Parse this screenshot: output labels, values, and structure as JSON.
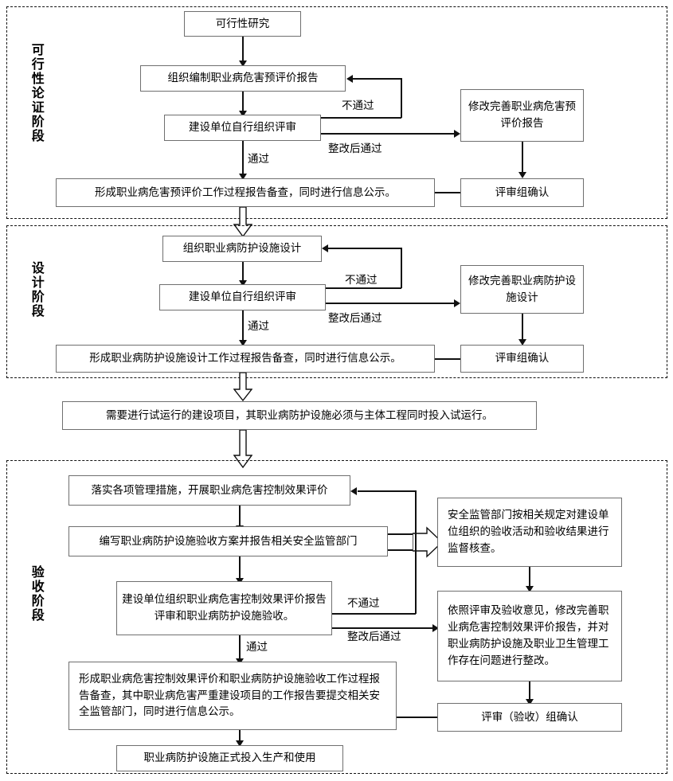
{
  "diagram": {
    "title_present": false,
    "stages": [
      {
        "id": "feasibility",
        "label": "可行性论证阶段"
      },
      {
        "id": "design",
        "label": "设计阶段"
      },
      {
        "id": "acceptance",
        "label": "验收阶段"
      }
    ],
    "nodes": {
      "f_study": "可行性研究",
      "f_prepare": "组织编制职业病危害预评价报告",
      "f_review": "建设单位自行组织评审",
      "f_revise": "修改完善职业病危害预评价报告",
      "f_confirm": "评审组确认",
      "f_result": "形成职业病危害预评价工作过程报告备查，同时进行信息公示。",
      "d_design": "组织职业病防护设施设计",
      "d_review": "建设单位自行组织评审",
      "d_revise": "修改完善职业病防护设施设计",
      "d_confirm": "评审组确认",
      "d_result": "形成职业病防护设施设计工作过程报告备查，同时进行信息公示。",
      "trial_run": "需要进行试运行的建设项目，其职业病防护设施必须与主体工程同时投入试运行。",
      "a_measures": "落实各项管理措施，开展职业病危害控制效果评价",
      "a_plan": "编写职业病防护设施验收方案并报告相关安全监管部门",
      "a_review": "建设单位组织职业病危害控制效果评价报告评审和职业病防护设施验收。",
      "a_supervise": "安全监管部门按相关规定对建设单位组织的验收活动和验收结果进行监督核查。",
      "a_rectify": "依照评审及验收意见，修改完善职业病危害控制效果评价报告，并对职业病防护设施及职业卫生管理工作存在问题进行整改。",
      "a_confirm": "评审（验收）组确认",
      "a_result": "形成职业病危害控制效果评价和职业病防护设施验收工作过程报告备查，其中职业病危害严重建设项目的工作报告要提交相关安全监管部门，同时进行信息公示。",
      "a_final": "职业病防护设施正式投入生产和使用"
    },
    "edge_labels": {
      "f_fail": "不通过",
      "f_pass_after_fix": "整改后通过",
      "f_pass": "通过",
      "d_fail": "不通过",
      "d_pass_after_fix": "整改后通过",
      "d_pass": "通过",
      "a_fail": "不通过",
      "a_pass_after_fix": "整改后通过",
      "a_pass": "通过"
    },
    "colors": {
      "line": "#111111",
      "box_border": "#6f6f6f",
      "stage_border": "#111111",
      "background": "#ffffff",
      "text": "#000000"
    }
  }
}
